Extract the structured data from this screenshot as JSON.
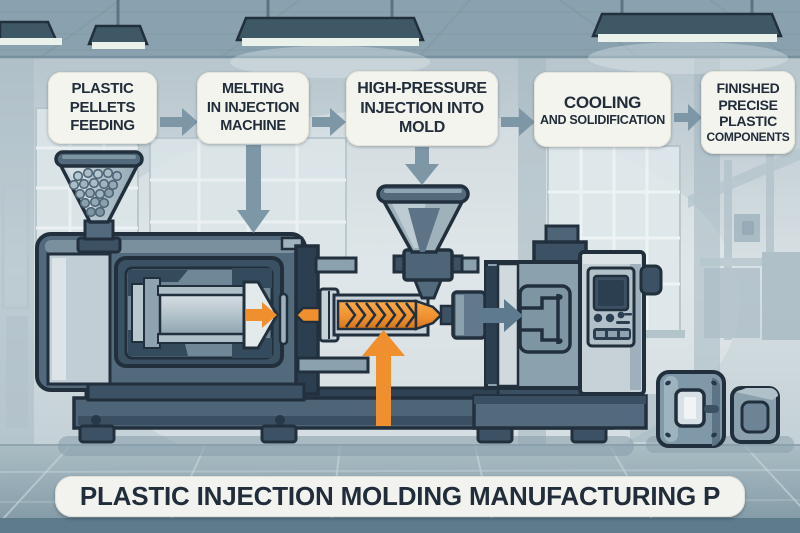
{
  "banner": {
    "title": "PLASTIC INJECTION MOLDING MANUFACTURING P"
  },
  "steps": [
    {
      "lines": [
        "PLASTIC",
        "PELLETS",
        "FEEDING"
      ]
    },
    {
      "lines": [
        "MELTING",
        "IN INJECTION",
        "MACHINE"
      ]
    },
    {
      "lines": [
        "HIGH-PRESSURE",
        "INJECTION INTO",
        "MOLD"
      ]
    },
    {
      "lines": [
        "COOLING",
        "AND SOLIDIFICATION"
      ]
    },
    {
      "lines": [
        "FINISHED",
        "PRECISE",
        "PLASTIC",
        "COMPONENTS"
      ]
    }
  ],
  "icons": {
    "flow_arrow_right": "▶",
    "arrow_down": "▼",
    "arrow_up": "▲",
    "melt_flow_arrow": "→"
  },
  "colors": {
    "accent_orange": "#ef8f2d",
    "accent_orange_dark": "#d4731c",
    "arrow_slate": "#7e97a7",
    "arrow_slate_dark": "#5e7a8e",
    "outline_navy": "#22303e",
    "machine_mid": "#53697c",
    "machine_light": "#c6d1d8",
    "box_bg": "#f4f4ee",
    "text_dark": "#212d3a",
    "banner_bg": "#f2f3ee",
    "wall": "#c5d1d7",
    "ceiling": "#8aa2af",
    "floor": "#a3b7c0",
    "floor_dark": "#5d7b8b"
  }
}
